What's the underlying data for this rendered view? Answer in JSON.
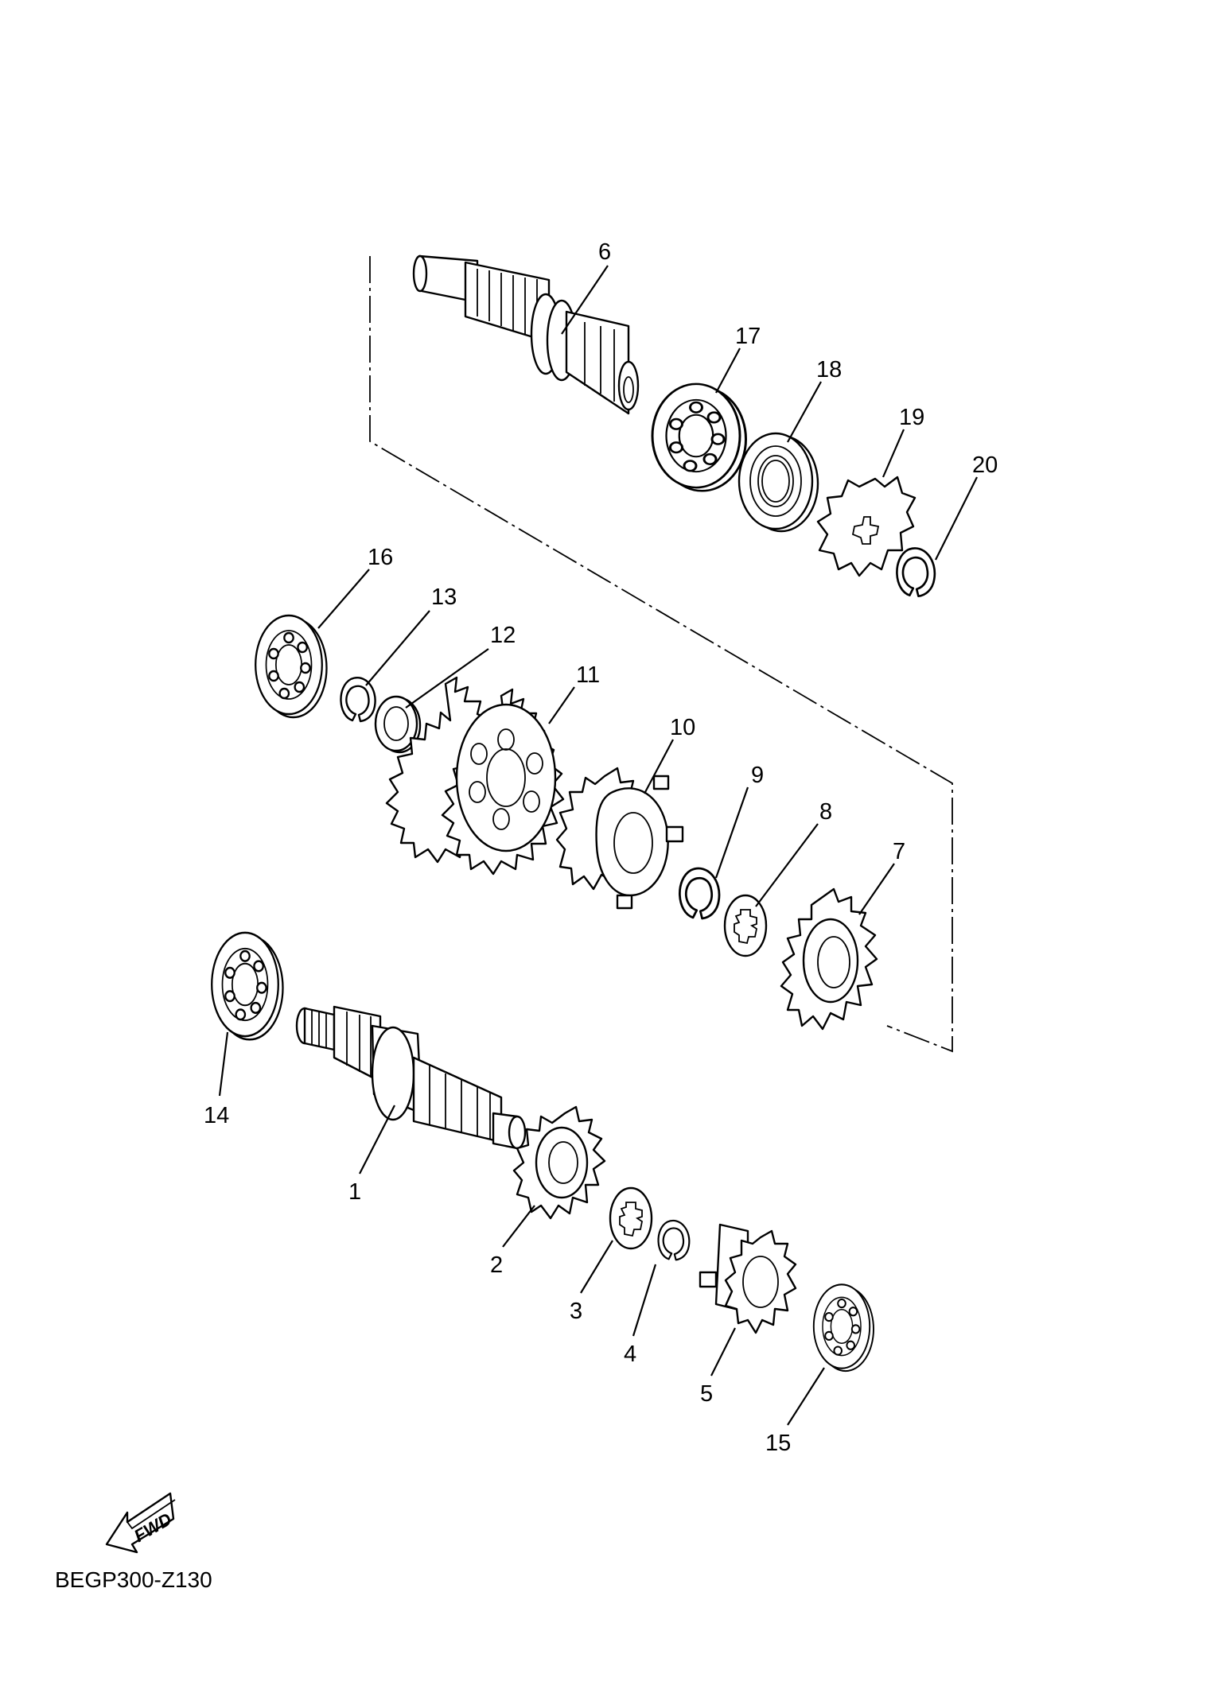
{
  "diagram": {
    "code": "BEGP300-Z130",
    "fwd_label": "FWD",
    "callouts": [
      "1",
      "2",
      "3",
      "4",
      "5",
      "6",
      "7",
      "8",
      "9",
      "10",
      "11",
      "12",
      "13",
      "14",
      "15",
      "16",
      "17",
      "18",
      "19",
      "20"
    ]
  }
}
